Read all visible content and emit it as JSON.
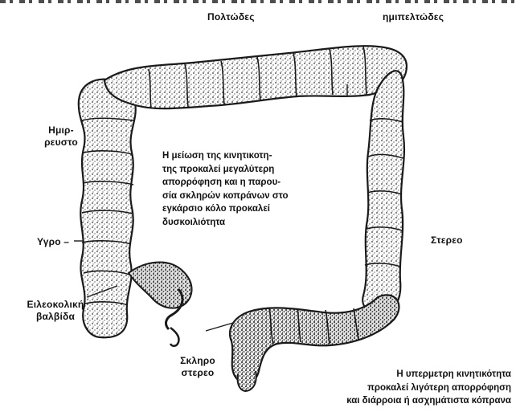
{
  "labels": {
    "top_center": "Πoλτώδες",
    "top_right": "ημιπελτώδες",
    "left_upper_1": "Ημιρ-",
    "left_upper_2": "ρευστο",
    "left_middle": "Υγρο –",
    "left_lower_1": "Ειλεοκολική",
    "left_lower_2": "βαλβίδα",
    "right_middle": "Στερεο",
    "bottom_center_1": "Σκληρο",
    "bottom_center_2": "στερεο"
  },
  "center_note": {
    "lines": [
      "Η μείωση της κινητικοτη-",
      "της προκαλεί μεγαλύτερη",
      "απορρόφηση και η παρου-",
      "σία σκληρών κοπράνων στο",
      "εγκάρσιο κόλο προκαλεί",
      "δυσκοιλιότητα"
    ]
  },
  "bottom_note": {
    "lines": [
      "Η υπερμετρη κινητικότητα",
      "προκαλεί λιγότερη απορρόφηση",
      "και διάρροια ή ασχημάτιστα κόπρανα"
    ]
  },
  "colors": {
    "ink": "#1a1a1a",
    "paper": "#ffffff",
    "shade": "#777777"
  }
}
